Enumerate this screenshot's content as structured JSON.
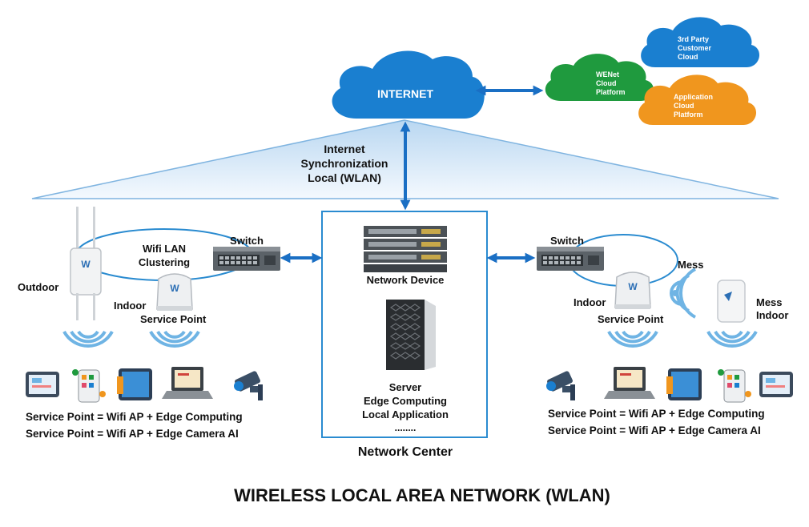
{
  "title": "WIRELESS LOCAL AREA NETWORK (WLAN)",
  "clouds": {
    "internet": "INTERNET",
    "wenet": [
      "WENet",
      "Cloud",
      "Platform"
    ],
    "third_party": [
      "3rd Party",
      "Customer",
      "Cloud"
    ],
    "application": [
      "Application",
      "Cloud",
      "Platform"
    ]
  },
  "sync_label": [
    "Internet",
    "Synchronization",
    "Local (WLAN)"
  ],
  "network_center": {
    "label": "Network Center",
    "device_label": "Network Device",
    "server_lines": [
      "Server",
      "Edge Computing",
      "Local Application",
      "........"
    ]
  },
  "left": {
    "outdoor": "Outdoor",
    "switch": "Switch",
    "wifi_cluster": [
      "Wifi LAN",
      "Clustering"
    ],
    "indoor": "Indoor",
    "service_point": "Service Point",
    "caption1": "Service Point = Wifi AP + Edge Computing",
    "caption2": "Service Point = Wifi AP + Edge Camera AI"
  },
  "right": {
    "switch": "Switch",
    "mess": "Mess",
    "indoor": "Indoor",
    "mess_indoor": [
      "Mess",
      "Indoor"
    ],
    "service_point": "Service Point",
    "caption1": "Service Point = Wifi AP + Edge Computing",
    "caption2": "Service Point = Wifi AP + Edge Camera AI"
  },
  "colors": {
    "internet": "#1a7fd0",
    "wenet": "#1f9a3e",
    "third_party": "#1a7fd0",
    "application": "#f0961e",
    "arrow": "#1a6fc4",
    "box": "#2a8bd0"
  }
}
